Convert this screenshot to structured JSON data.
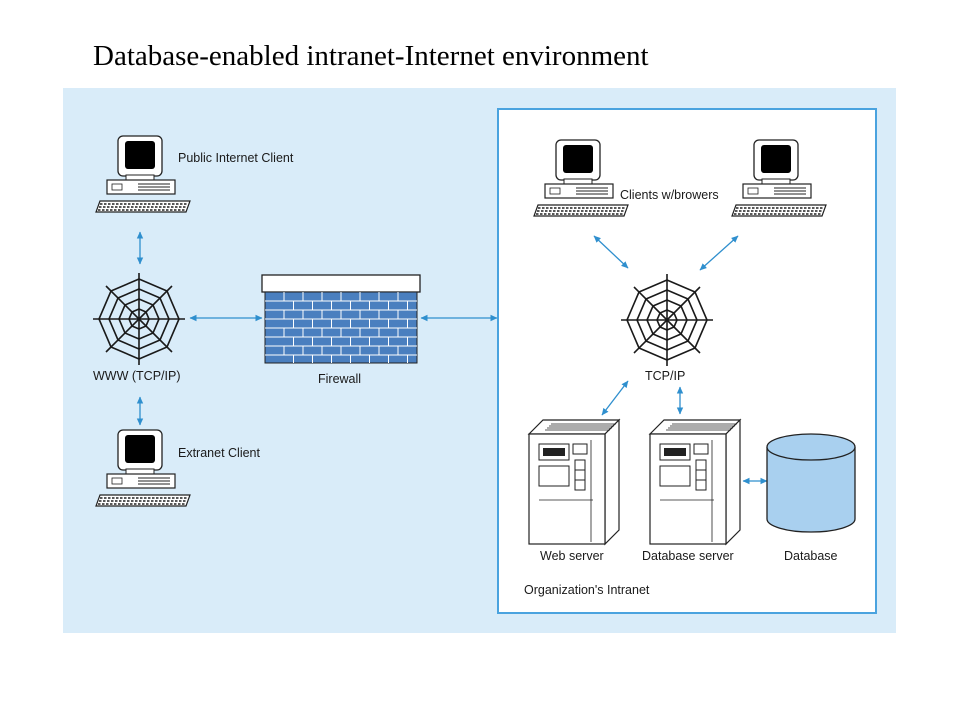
{
  "title": "Database-enabled intranet-Internet environment",
  "colors": {
    "background": "#d9ecf9",
    "connector": "#2f8fce",
    "firewall_brick": "#4a7fbf",
    "database_fill": "#a9d0ef",
    "intranet_border": "#4aa3df"
  },
  "labels": {
    "public_client": "Public Internet Client",
    "www": "WWW (TCP/IP)",
    "extranet_client": "Extranet Client",
    "firewall": "Firewall",
    "clients": "Clients w/browers",
    "tcpip": "TCP/IP",
    "web_server": "Web server",
    "db_server": "Database server",
    "database": "Database",
    "intranet": "Organization's Intranet"
  }
}
